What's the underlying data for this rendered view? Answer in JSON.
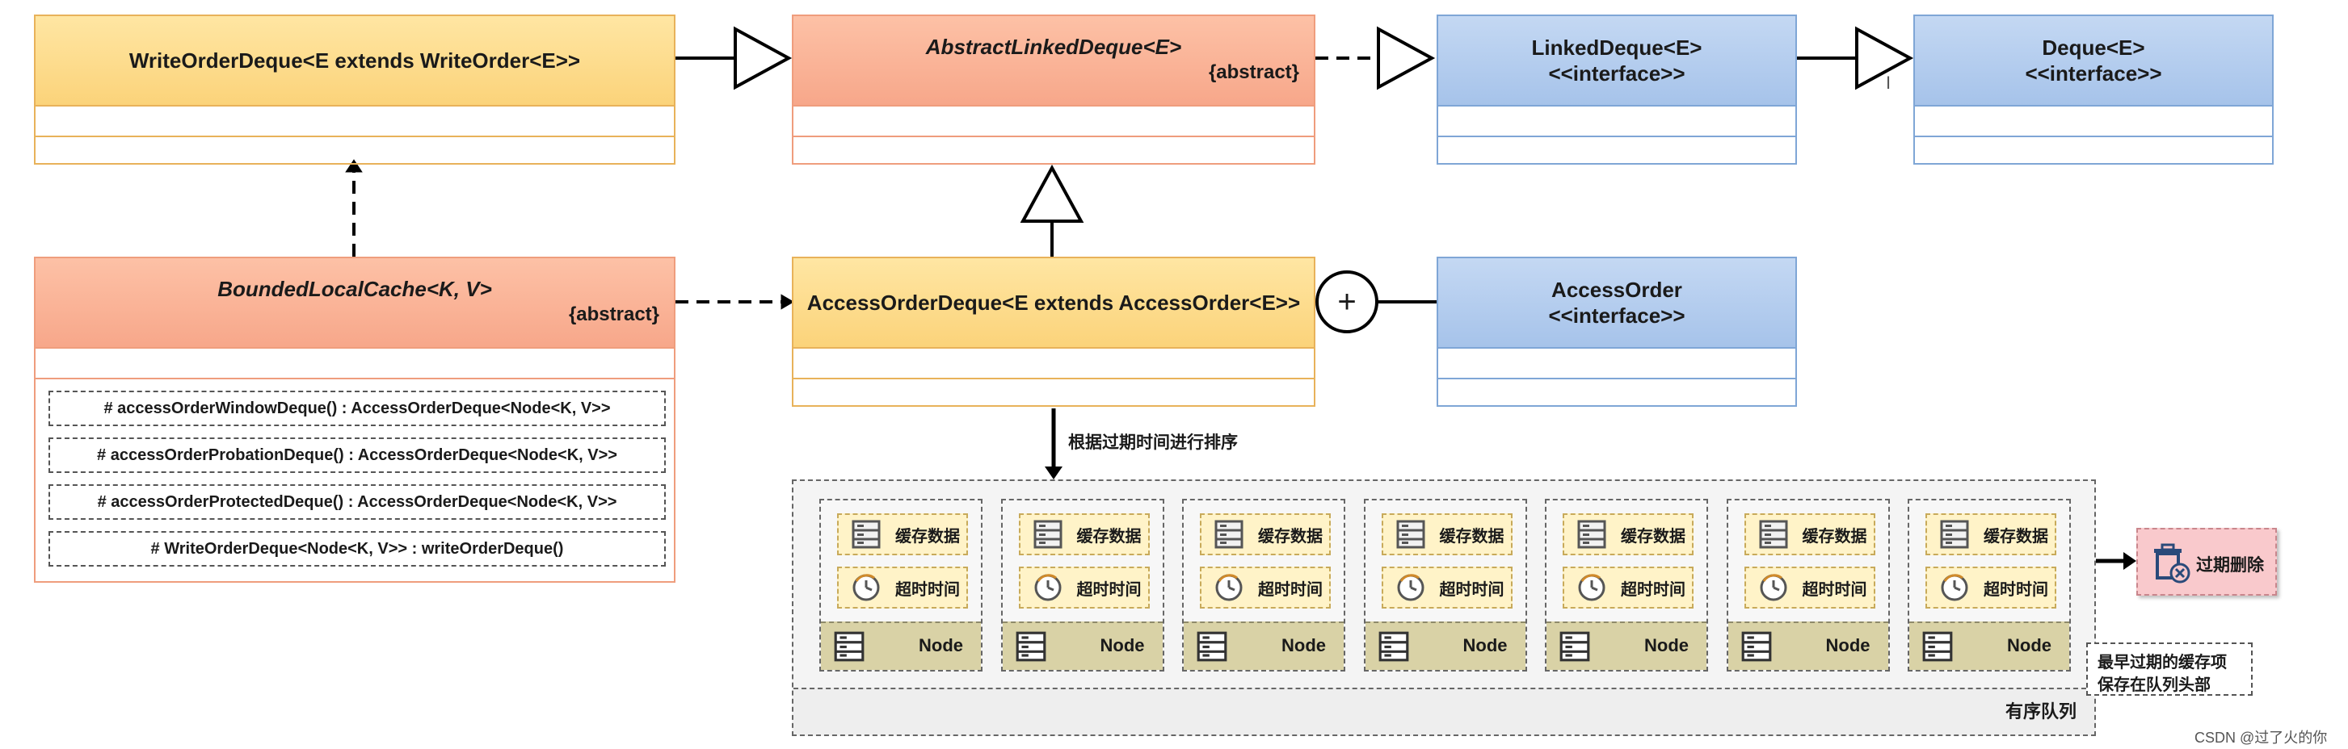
{
  "classes": {
    "write_order_deque": {
      "title": "WriteOrderDeque<E extends WriteOrder<E>>"
    },
    "abstract_linked_deque": {
      "title": "AbstractLinkedDeque<E>",
      "tag": "{abstract}"
    },
    "linked_deque": {
      "title": "LinkedDeque<E>",
      "stereotype": "<<interface>>"
    },
    "deque": {
      "title": "Deque<E>",
      "stereotype": "<<interface>>"
    },
    "bounded_local_cache": {
      "title": "BoundedLocalCache<K, V>",
      "tag": "{abstract}",
      "methods": [
        "# accessOrderWindowDeque() : AccessOrderDeque<Node<K, V>>",
        "# accessOrderProbationDeque() : AccessOrderDeque<Node<K, V>>",
        "# accessOrderProtectedDeque() : AccessOrderDeque<Node<K, V>>",
        "# WriteOrderDeque<Node<K, V>> : writeOrderDeque()"
      ]
    },
    "access_order_deque": {
      "title": "AccessOrderDeque<E extends AccessOrder<E>>"
    },
    "access_order": {
      "title": "AccessOrder",
      "stereotype": "<<interface>>"
    }
  },
  "sort_label": "根据过期时间进行排序",
  "queue": {
    "label": "有序队列",
    "node_cache_label": "缓存数据",
    "node_timeout_label": "超时时间",
    "node_label": "Node",
    "node_count": 7
  },
  "expire_label": "过期删除",
  "callout": {
    "line1": "最早过期的缓存项",
    "line2": "保存在队列头部"
  },
  "watermark": "CSDN @过了火的你",
  "cursor": "I",
  "nest_symbol": "+",
  "colors": {
    "orange_fill": "#fbd37a",
    "salmon_fill": "#f7a78a",
    "blue_fill": "#a6c3ea",
    "pill_fill": "#fff3c8",
    "node_fill": "#d9d2a6",
    "expire_fill": "#f9c9cc"
  }
}
